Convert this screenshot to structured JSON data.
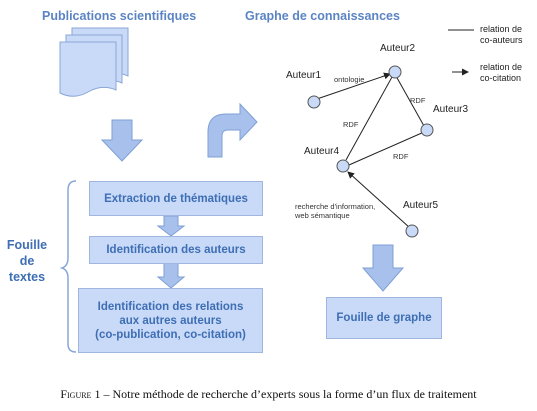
{
  "left_title": "Publications scientifiques",
  "right_title": "Graphe de connaissances",
  "side_label": [
    "Fouille",
    "de",
    "textes"
  ],
  "boxes": {
    "extraction": "Extraction de thématiques",
    "identification_auteurs": "Identification des auteurs",
    "identification_relations": [
      "Identification des relations",
      "aux autres auteurs",
      "(co-publication, co-citation)"
    ],
    "fouille_graphe": "Fouille de graphe"
  },
  "graph": {
    "nodes": [
      "Auteur1",
      "Auteur2",
      "Auteur3",
      "Auteur4",
      "Auteur5"
    ],
    "edge_labels": {
      "ontologie": "ontologie",
      "rdf_a2_a3": "RDF",
      "rdf_a2_a4": "RDF",
      "rdf_a3_a4": "RDF",
      "recherche": [
        "recherche d'information,",
        "web sémantique"
      ]
    }
  },
  "legend": {
    "co_auteurs": [
      "relation de",
      "co-auteurs"
    ],
    "co_citation": [
      "relation de",
      "co-citation"
    ]
  },
  "caption": {
    "figure_word": "Figure",
    "number": "1",
    "text": "– Notre méthode de recherche d’experts sous la forme d’un flux de traitement"
  }
}
